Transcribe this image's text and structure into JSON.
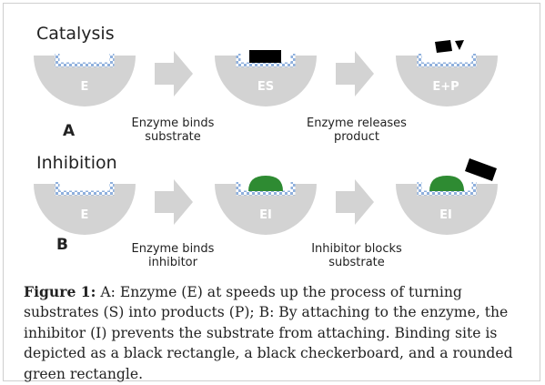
{
  "panel_a": {
    "title": "Catalysis",
    "letter": "A",
    "enzymes": [
      "E",
      "ES",
      "E+P"
    ],
    "steps": [
      [
        "Enzyme binds",
        "substrate"
      ],
      [
        "Enzyme releases",
        "product"
      ]
    ]
  },
  "panel_b": {
    "title": "Inhibition",
    "letter": "B",
    "enzymes": [
      "E",
      "EI",
      "EI"
    ],
    "steps": [
      [
        "Enzyme binds",
        "inhibitor"
      ],
      [
        "Inhibitor blocks",
        "substrate"
      ]
    ]
  },
  "caption": {
    "label": "Figure 1:",
    "text": " A: Enzyme (E) at speeds up the process of turning substrates (S) into products (P); B: By attaching to the enzyme, the inhibitor (I) prevents the substrate from attaching. Binding site is depicted as a black rectangle, a black checkerboard, and a rounded green rectangle."
  },
  "colors": {
    "enzyme": "#d3d3d3",
    "arrow": "#d3d3d3",
    "substrate": "#000000",
    "inhibitor": "#2e8b32",
    "checker_blue": "#8fb0dd"
  }
}
